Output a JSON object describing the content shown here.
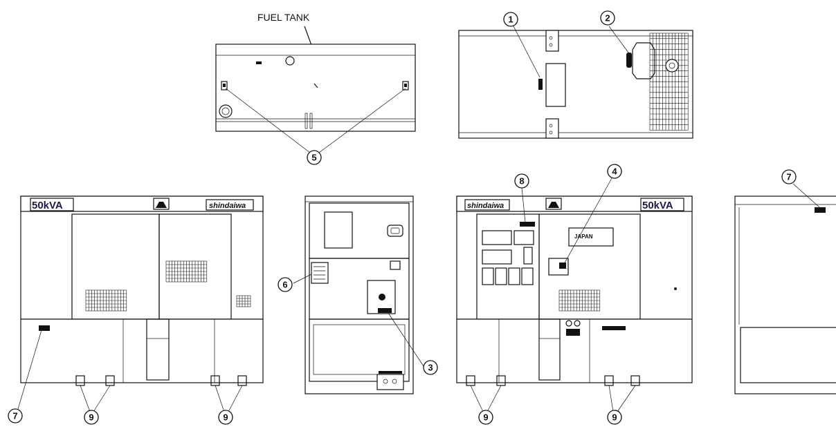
{
  "labels": {
    "fuel_tank": "FUEL TANK"
  },
  "badges": {
    "capacity_front": "50kVA",
    "capacity_rear": "50kVA",
    "brand_front": "shindaiwa",
    "brand_rear": "shindaiwa",
    "origin_plate": "JAPAN"
  },
  "callouts": {
    "c1": "1",
    "c2": "2",
    "c3": "3",
    "c4": "4",
    "c5": "5",
    "c6": "6",
    "c7a": "7",
    "c7b": "7",
    "c8": "8",
    "c9a": "9",
    "c9b": "9",
    "c9c": "9",
    "c9d": "9"
  }
}
